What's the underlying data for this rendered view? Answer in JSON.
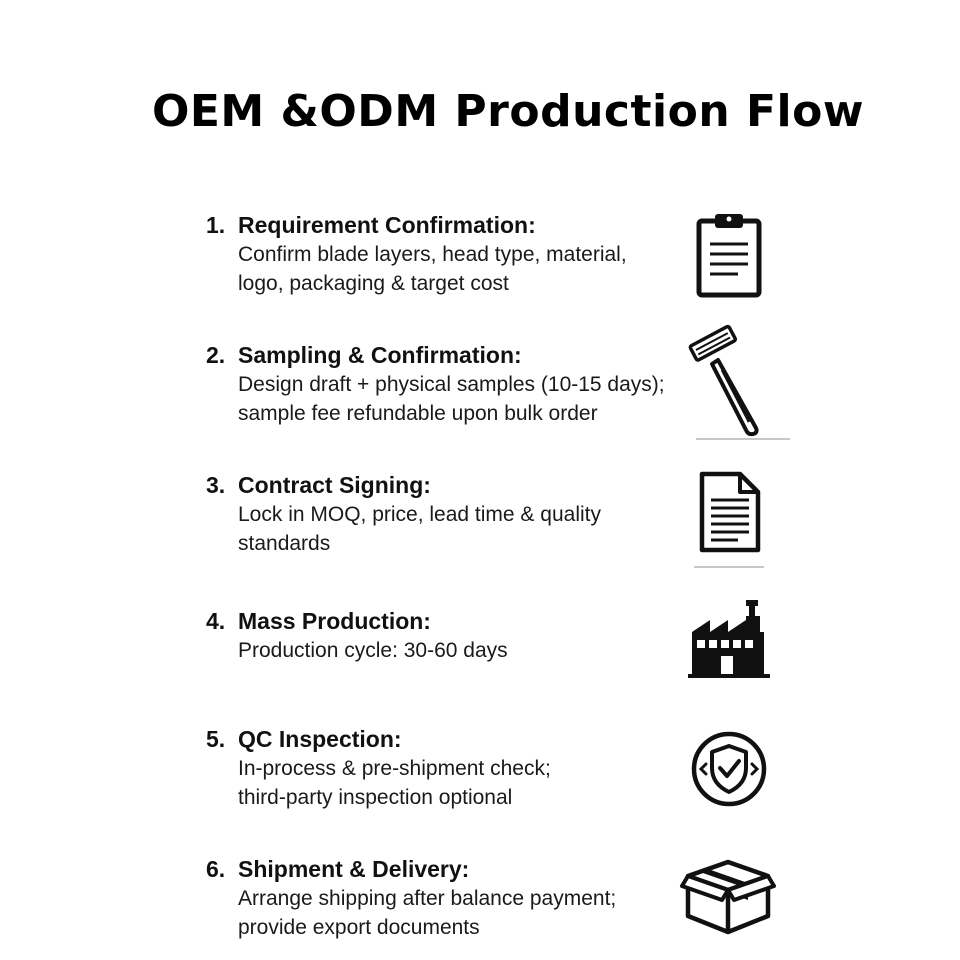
{
  "title": "OEM &ODM Production Flow",
  "steps": [
    {
      "number": "1.",
      "heading": "Requirement Confirmation:",
      "desc_lines": [
        "Confirm blade layers, head type, material,",
        "logo, packaging & target cost"
      ],
      "icon": "clipboard-icon"
    },
    {
      "number": "2.",
      "heading": "Sampling & Confirmation:",
      "desc_lines": [
        "Design draft + physical samples (10-15 days);",
        "sample fee refundable upon bulk order"
      ],
      "icon": "razor-icon"
    },
    {
      "number": "3.",
      "heading": "Contract Signing:",
      "desc_lines": [
        "Lock in MOQ, price, lead time & quality",
        "standards"
      ],
      "icon": "document-icon"
    },
    {
      "number": "4.",
      "heading": "Mass Production:",
      "desc_lines": [
        "Production cycle: 30-60 days"
      ],
      "icon": "factory-icon"
    },
    {
      "number": "5.",
      "heading": "QC Inspection:",
      "desc_lines": [
        "In-process & pre-shipment check;",
        "third-party inspection optional"
      ],
      "icon": "shield-check-icon"
    },
    {
      "number": "6.",
      "heading": "Shipment & Delivery:",
      "desc_lines": [
        "Arrange shipping after balance payment;",
        "provide export documents"
      ],
      "icon": "package-icon"
    }
  ]
}
